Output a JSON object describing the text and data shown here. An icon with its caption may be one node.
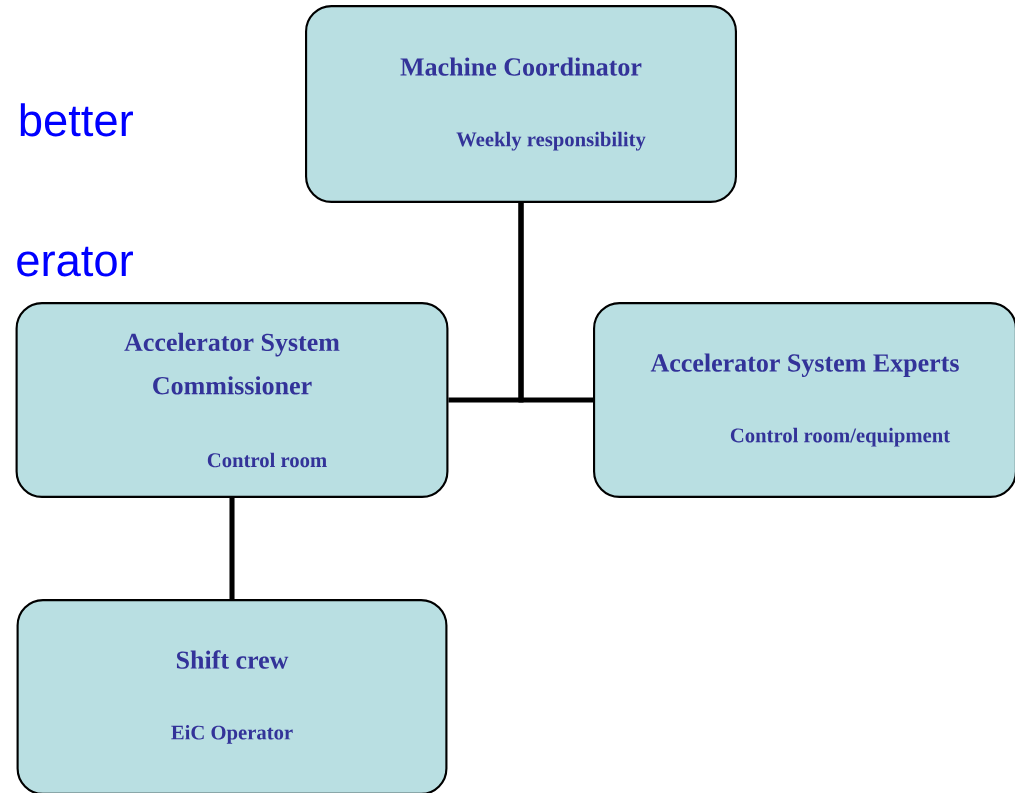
{
  "diagram": {
    "nodes": [
      {
        "text": [
          "Machine Coordinator",
          "Weekly responsibility"
        ]
      },
      {
        "text": [
          "Accelerator System Commissioner",
          "Control room"
        ]
      },
      {
        "text": [
          "Accelerator System Experts",
          "Control room/equipment"
        ]
      },
      {
        "text": [
          "Shift crew",
          "EiC Operator"
        ]
      }
    ],
    "edges": [
      {
        "from": 0,
        "to": 1,
        "arrow": "none"
      },
      {
        "from": 0,
        "to": 2,
        "arrow": "none"
      },
      {
        "from": 1,
        "to": 3,
        "arrow": "none"
      }
    ],
    "labels": [
      "better",
      "erator"
    ]
  }
}
